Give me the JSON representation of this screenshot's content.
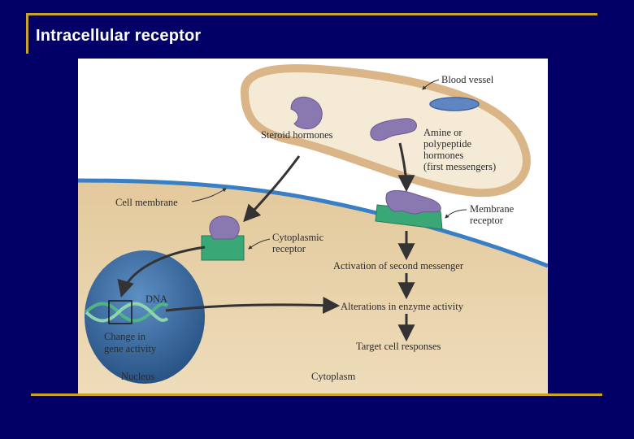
{
  "slide": {
    "title": "Intracellular receptor"
  },
  "diagram": {
    "labels": {
      "blood_vessel": "Blood vessel",
      "steroid_hormones": "Steroid hormones",
      "amine_line1": "Amine or",
      "amine_line2": "polypeptide",
      "amine_line3": "hormones",
      "amine_line4": "(first messengers)",
      "cell_membrane": "Cell membrane",
      "membrane_receptor_line1": "Membrane",
      "membrane_receptor_line2": "receptor",
      "cytoplasmic_receptor_line1": "Cytoplasmic",
      "cytoplasmic_receptor_line2": "receptor",
      "activation": "Activation of second messenger",
      "dna": "DNA",
      "alterations": "Alterations in enzyme activity",
      "change_line1": "Change in",
      "change_line2": "gene activity",
      "target": "Target cell responses",
      "nucleus": "Nucleus",
      "cytoplasm": "Cytoplasm"
    },
    "colors": {
      "slide_background": "#020066",
      "accent_rule": "#c9a227",
      "cytoplasm": "#e7cfa6",
      "vessel_wall": "#d9b587",
      "membrane": "#3a7fc4",
      "nucleus": "#2c5f96",
      "hormone": "#8a78b0",
      "receptor": "#3aa876",
      "dna_helix": "#4fb584"
    }
  }
}
